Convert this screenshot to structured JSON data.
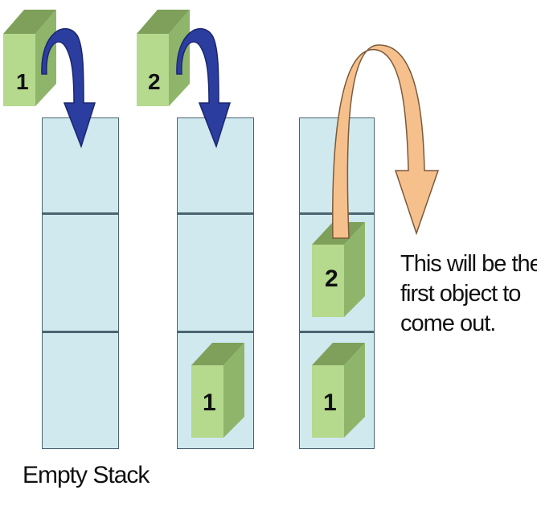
{
  "diagram": {
    "stacks": [
      {
        "caption": "Empty Stack",
        "pushing": "1",
        "contents": []
      },
      {
        "caption": "",
        "pushing": "2",
        "contents": [
          "1"
        ]
      },
      {
        "caption": "",
        "pushing": "",
        "contents": [
          "1",
          "2"
        ]
      }
    ],
    "callout": {
      "lines": [
        "This will be the",
        "first object to",
        "come out."
      ]
    }
  },
  "colors": {
    "stack_fill": "#cfe9ef",
    "stack_border": "#4a6470",
    "block_front": "#b5d98d",
    "block_top": "#7fa05a",
    "block_side": "#8fb56a",
    "push_arrow": "#2b3d9e",
    "pop_arrow": "#f6c08d"
  }
}
